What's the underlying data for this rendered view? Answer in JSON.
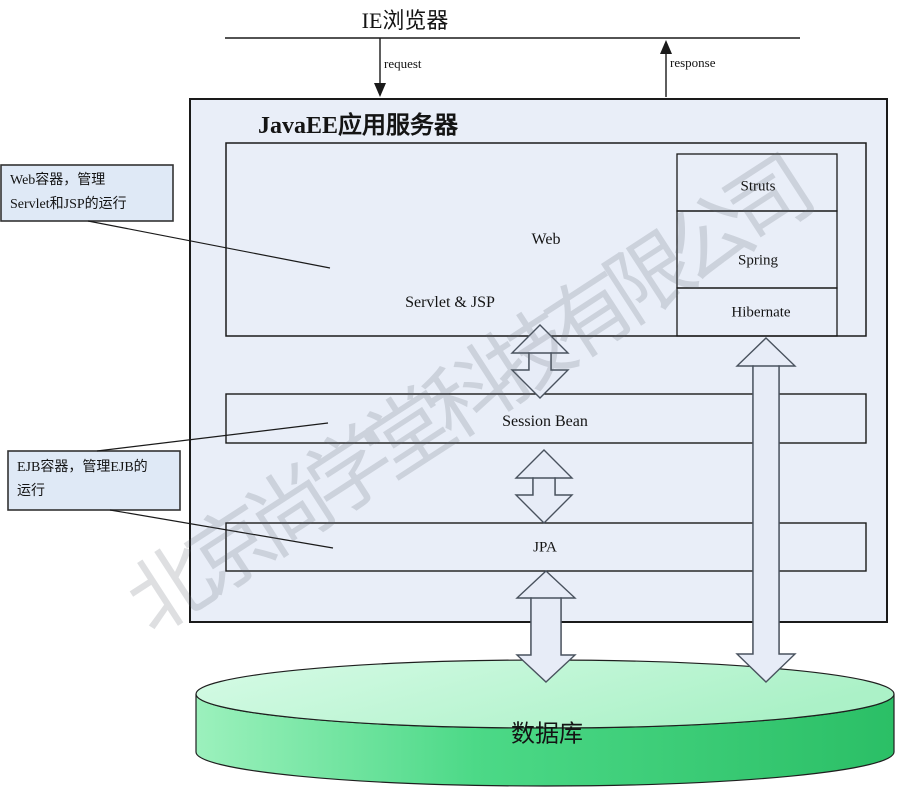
{
  "browser": {
    "label": "IE浏览器"
  },
  "flow": {
    "request_label": "request",
    "response_label": "response"
  },
  "server": {
    "title": "JavaEE应用服务器",
    "web_box": {
      "label": "Web",
      "sublabel": "Servlet & JSP"
    },
    "frameworks": [
      "Struts",
      "Spring",
      "Hibernate"
    ],
    "session_bean_label": "Session Bean",
    "jpa_label": "JPA"
  },
  "annotations": [
    {
      "line1": "Web容器，管理",
      "line2": "Servlet和JSP的运行"
    },
    {
      "line1": "EJB容器，管理EJB的",
      "line2": "运行"
    }
  ],
  "database": {
    "label": "数据库"
  },
  "watermark": {
    "text": "北京尚学堂科技有限公司"
  },
  "colors": {
    "box_fill": "#e9eef8",
    "annotation_fill": "#dfe9f6",
    "arrow_fill": "#e7ecf7",
    "box_border": "#1a1a1a",
    "arrow_border": "#49525e",
    "db_top_light": "#d6fbe6",
    "db_top_deep": "#abf1c7",
    "db_side_light": "#9cf1bd",
    "db_side_dark": "#2bbf66"
  }
}
